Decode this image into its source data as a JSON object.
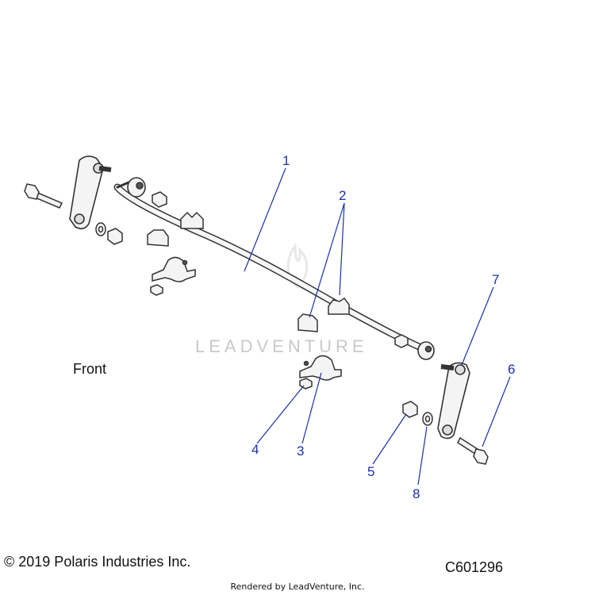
{
  "diagram": {
    "front_label": "Front",
    "copyright": "© 2019 Polaris Industries Inc.",
    "diagram_code": "C601296",
    "rendered_by": "Rendered by LeadVenture, Inc.",
    "watermark": "LEADVENTURE",
    "callouts": [
      "1",
      "2",
      "3",
      "4",
      "5",
      "6",
      "7",
      "8"
    ],
    "colors": {
      "callout": "#1a2fb0",
      "line": "#1a2fb0",
      "part_stroke": "#333333",
      "part_fill": "#f4f4f4"
    }
  }
}
